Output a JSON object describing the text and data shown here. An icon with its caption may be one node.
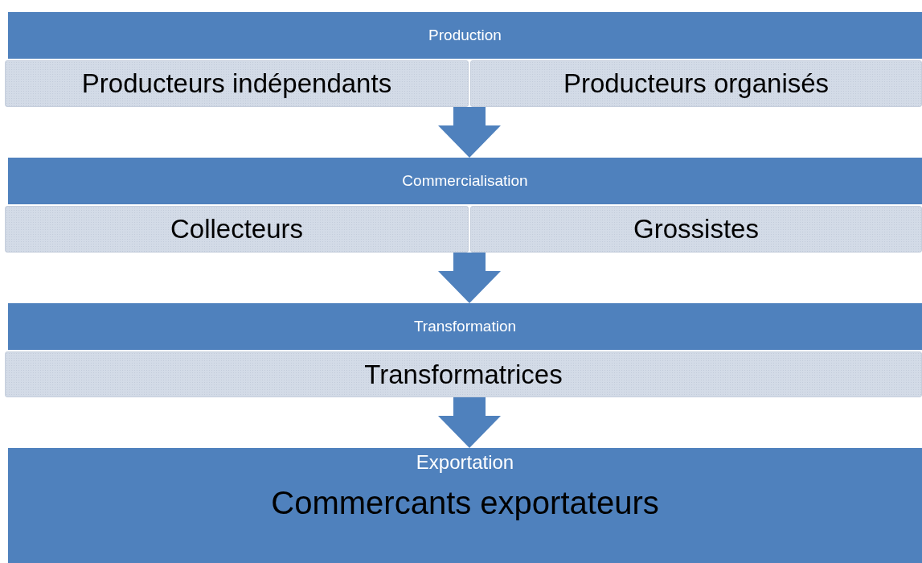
{
  "diagram": {
    "nodes": [
      {
        "text": [
          "Production"
        ]
      },
      {
        "text": [
          "Producteurs indépendants"
        ]
      },
      {
        "text": [
          "Producteurs organisés"
        ]
      },
      {
        "text": [
          "Commercialisation"
        ]
      },
      {
        "text": [
          "Collecteurs"
        ]
      },
      {
        "text": [
          "Grossistes"
        ]
      },
      {
        "text": [
          "Transformation"
        ]
      },
      {
        "text": [
          "Transformatrices"
        ]
      },
      {
        "text": [
          "Exportation",
          "Commercants exportateurs"
        ]
      }
    ],
    "edges": [
      {
        "from": 1,
        "to": 3,
        "arrow": "to"
      },
      {
        "from": 2,
        "to": 3,
        "arrow": "to"
      },
      {
        "from": 4,
        "to": 6,
        "arrow": "to"
      },
      {
        "from": 5,
        "to": 6,
        "arrow": "to"
      },
      {
        "from": 7,
        "to": 8,
        "arrow": "to"
      }
    ]
  }
}
